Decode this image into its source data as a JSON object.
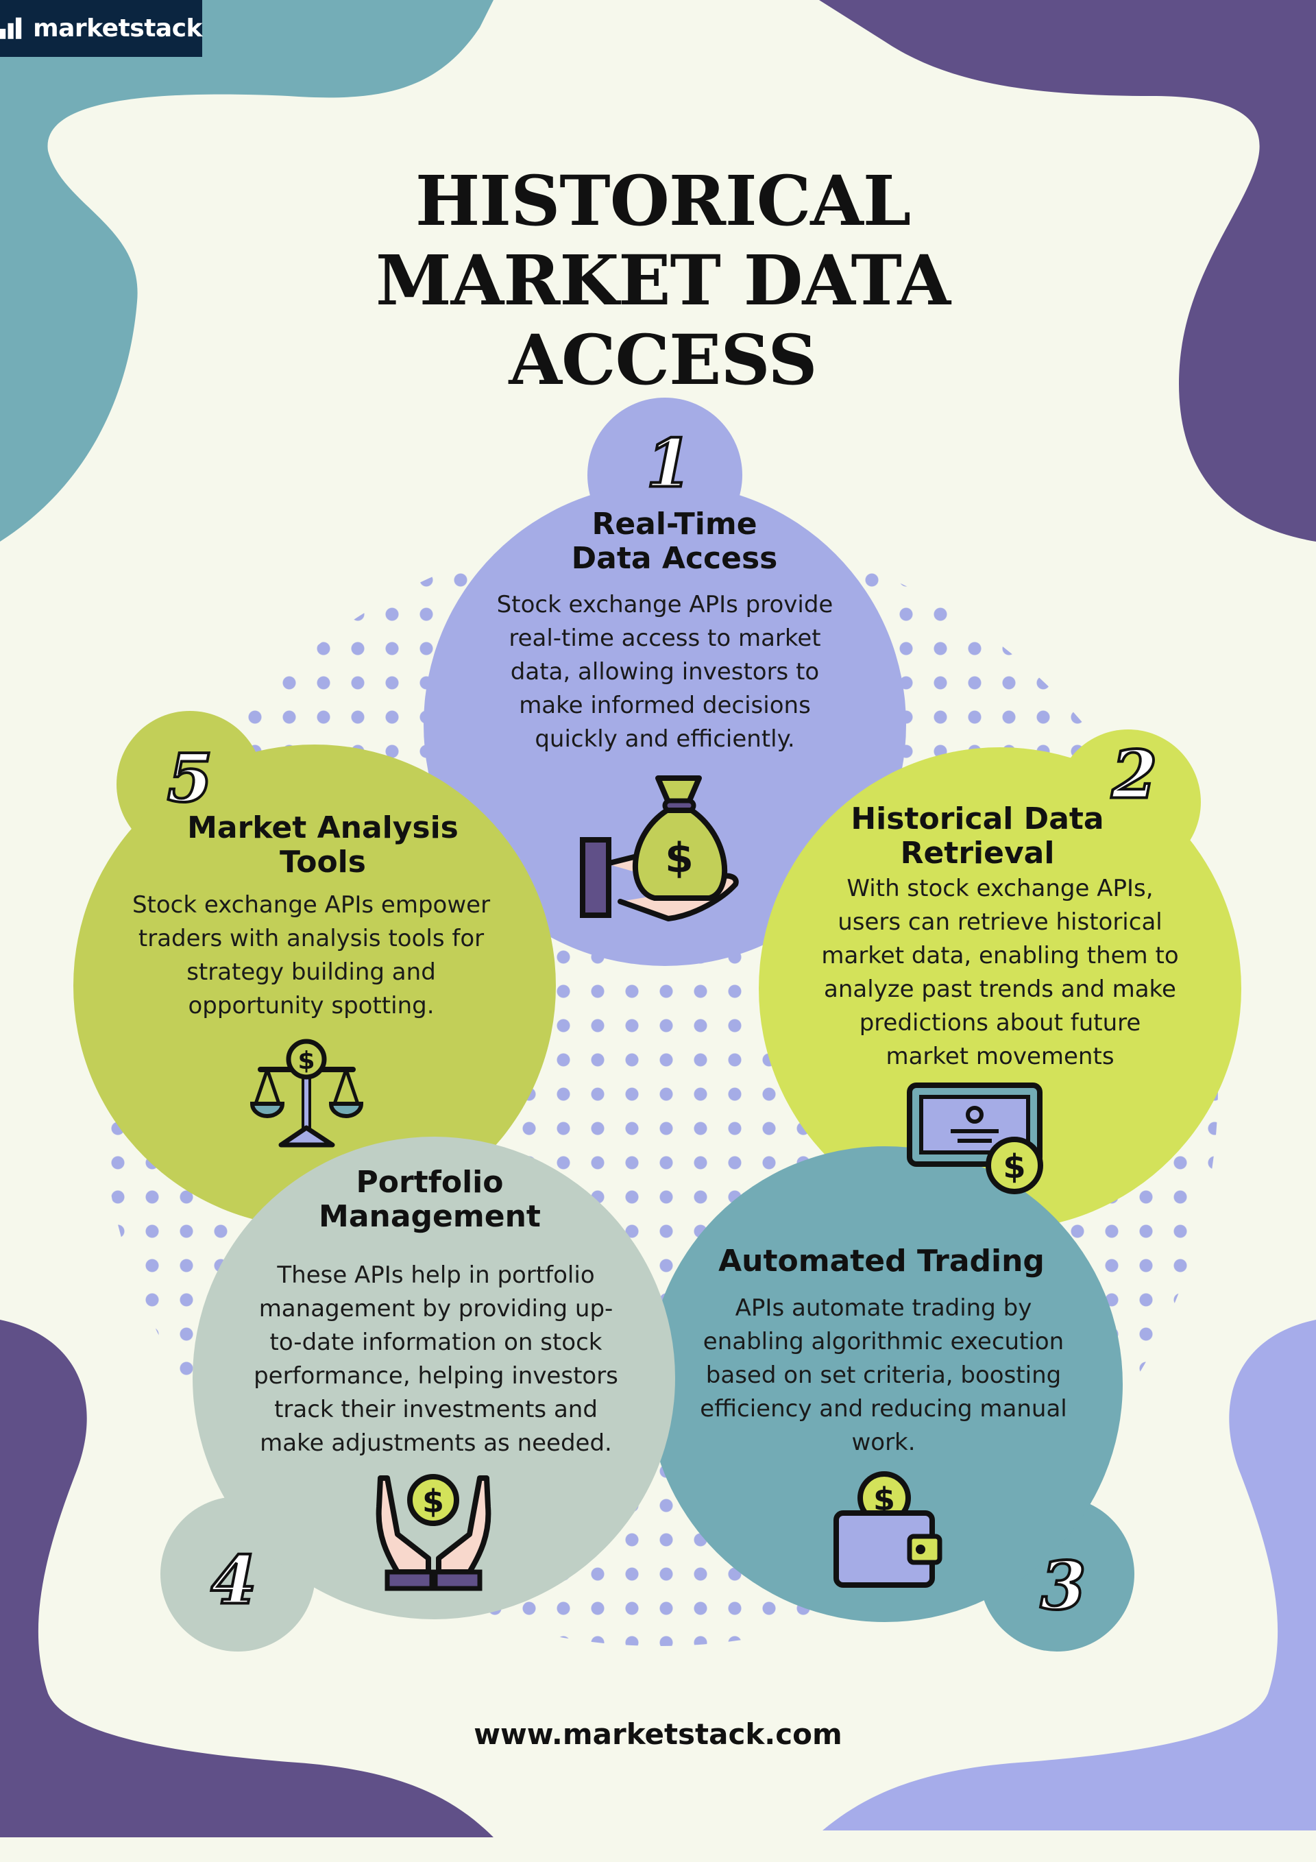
{
  "brand": {
    "name": "marketstack"
  },
  "title": "HISTORICAL\nMARKET DATA\nACCESS",
  "cards": [
    {
      "number": "1",
      "title": "Real-Time\nData Access",
      "body": "Stock exchange APIs provide\nreal-time access to market\ndata, allowing investors to\nmake informed decisions\nquickly and efficiently.",
      "icon": "money-bag-hand-icon",
      "color": "#a5ace6"
    },
    {
      "number": "2",
      "title": "Historical Data\nRetrieval",
      "body": "With stock exchange APIs,\nusers can retrieve historical\nmarket data, enabling them to\nanalyze past trends and make\npredictions about future\nmarket movements",
      "icon": "banknote-icon",
      "color": "#d3e25a"
    },
    {
      "number": "3",
      "title": "Automated Trading",
      "body": "APIs automate trading by\nenabling algorithmic execution\nbased on set criteria, boosting\nefficiency and reducing manual\nwork.",
      "icon": "wallet-icon",
      "color": "#73abb5"
    },
    {
      "number": "4",
      "title": "Portfolio\nManagement",
      "body": "These APIs help in portfolio\nmanagement by providing up-\nto-date information on stock\nperformance, helping investors\ntrack their investments and\nmake adjustments as needed.",
      "icon": "hands-coin-icon",
      "color": "#bfcfc5"
    },
    {
      "number": "5",
      "title": "Market Analysis\nTools",
      "body": "Stock exchange APIs empower\ntraders with analysis tools for\nstrategy building and\nopportunity spotting.",
      "icon": "balance-scale-icon",
      "color": "#c2cf58"
    }
  ],
  "footer": {
    "url": "www.marketstack.com"
  }
}
